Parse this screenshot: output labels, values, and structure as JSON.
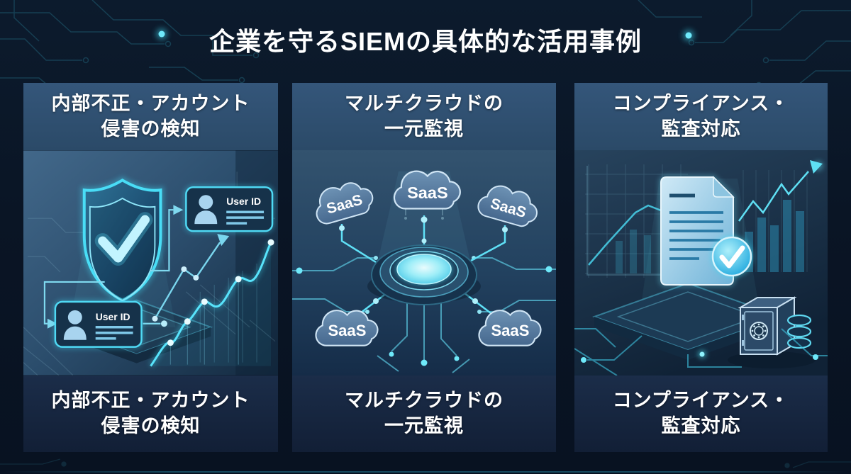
{
  "page": {
    "title": "企業を守るSIEMの具体的な活用事例"
  },
  "colors": {
    "background": "#0a1525",
    "accent_cyan": "#3fd9f2",
    "panel_header_bg": "#2e4f6e",
    "panel_caption_bg": "#14213a",
    "cloud_blue": "#5d82a8",
    "text": "#ffffff"
  },
  "panels": [
    {
      "id": "insider-threat-detection",
      "header": {
        "line1": "内部不正・アカウント",
        "line2": "侵害の検知"
      },
      "caption": {
        "line1": "内部不正・アカウント",
        "line2": "侵害の検知"
      },
      "illustration": {
        "icons": [
          "shield-check-icon",
          "user-id-card-icon",
          "user-id-card-icon",
          "rising-line-chart-icon",
          "platform-icon"
        ],
        "card_label": "User ID"
      }
    },
    {
      "id": "multicloud-monitoring",
      "header": {
        "line1": "マルチクラウドの",
        "line2": "一元監視"
      },
      "caption": {
        "line1": "マルチクラウドの",
        "line2": "一元監視"
      },
      "illustration": {
        "icons": [
          "cloud-icon",
          "central-hub-icon",
          "circuit-traces"
        ],
        "cloud_labels": [
          "SaaS",
          "SaaS",
          "SaaS",
          "SaaS",
          "SaaS"
        ]
      }
    },
    {
      "id": "compliance-audit",
      "header": {
        "line1": "コンプライアンス・",
        "line2": "監査対応"
      },
      "caption": {
        "line1": "コンプライアンス・",
        "line2": "監査対応"
      },
      "illustration": {
        "icons": [
          "document-icon",
          "check-badge-icon",
          "safe-vault-icon",
          "database-icon",
          "growth-chart-icon",
          "platform-icon"
        ]
      }
    }
  ]
}
